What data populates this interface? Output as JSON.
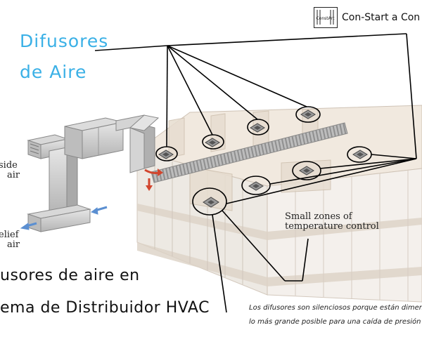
{
  "brand": {
    "name": "Con-Start a  Con",
    "logo_text": "ConstArt"
  },
  "headline": {
    "line1": "Difusores",
    "line2": "de Aire",
    "color": "#3ab0e6"
  },
  "labels": {
    "outside_1": "side",
    "outside_2": "air",
    "relief_1": "elief",
    "relief_2": "air",
    "zones_1": "Small zones of",
    "zones_2": "temperature control"
  },
  "caption": {
    "line1": "usores de aire en",
    "line2": "ema de Distribuidor HVAC"
  },
  "note": {
    "line1": "Los difusores son silenciosos porque están dimens",
    "line2": "lo más grande posible para una caída de presión"
  },
  "colors": {
    "duct": "#c9c9c9",
    "duct_dark": "#9a9a9a",
    "airflow_out": "#5b8fd1",
    "airflow_return": "#d2452d"
  }
}
